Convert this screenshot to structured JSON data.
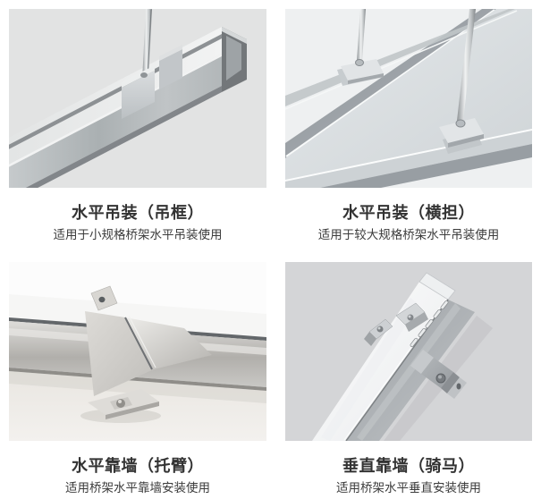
{
  "page": {
    "background": "#ffffff"
  },
  "cards": [
    {
      "id": "hanging-frame",
      "illustration": "tray-hung-by-single-rod-hanging-frame-photo",
      "title": "水平吊装（吊框）",
      "subtitle": "适用于小规格桥架水平吊装使用"
    },
    {
      "id": "cross-arm",
      "illustration": "tray-hung-by-two-rods-cross-arm-photo",
      "title": "水平吊装（横担）",
      "subtitle": "适用于较大规格桥架水平吊装使用"
    },
    {
      "id": "wall-bracket-arm",
      "illustration": "tray-on-triangular-wall-bracket-photo",
      "title": "水平靠墙（托臂）",
      "subtitle": "适用桥架水平靠墙安装使用"
    },
    {
      "id": "riding-clamp",
      "illustration": "vertical-tray-with-riding-clamps-photo",
      "title": "垂直靠墙（骑马）",
      "subtitle": "适用桥架水平垂直安装使用"
    }
  ],
  "colors": {
    "title_text": "#333333",
    "subtitle_text": "#3c3c3c",
    "page_background": "#ffffff",
    "photo_bg_hanging_frame": "#e2e3e3",
    "photo_bg_cross_arm": "#eef0f1",
    "photo_bg_wall_bracket": "#fcfcfc",
    "photo_bg_riding_clamp": "#d4d5d7",
    "steel_light": "#eef0f0",
    "steel_mid": "#b4b8ba",
    "steel_dark": "#82868a"
  }
}
